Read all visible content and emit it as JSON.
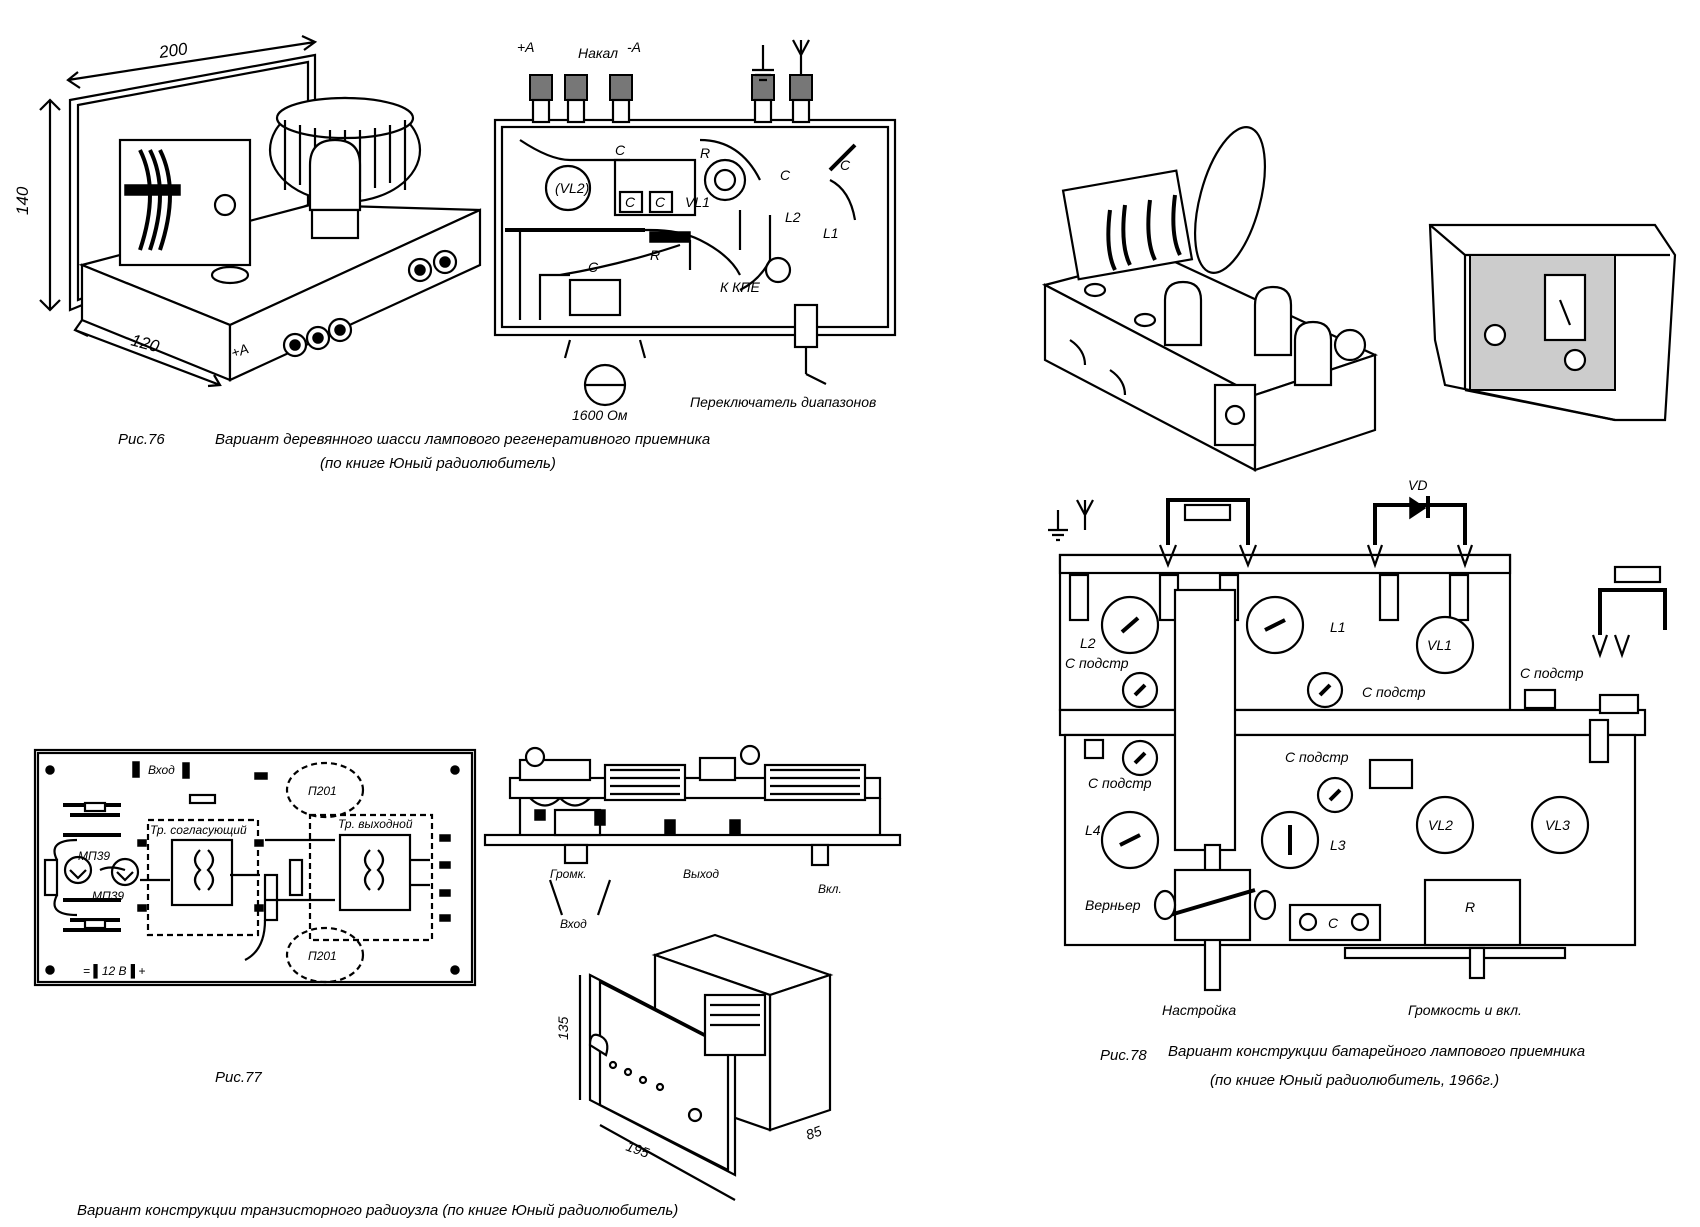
{
  "fig76": {
    "dim_width": "200",
    "dim_height": "140",
    "dim_depth": "120",
    "plus_a_side": "+A",
    "terminal_plus_a": "+A",
    "terminal_nakal": "Накал",
    "terminal_minus_a": "-A",
    "vl2": "(VL2)",
    "c_top": "C",
    "c1": "C",
    "c2": "C",
    "vl1": "VL1",
    "r_top": "R",
    "c_right": "C",
    "c_right2": "C",
    "l2": "L2",
    "l1": "L1",
    "r_mid": "R",
    "c_bottom": "C",
    "k_kpe": "К КПЕ",
    "ohm": "1600 Ом",
    "switch": "Переключатель диапазонов",
    "caption_num": "Рис.76",
    "caption_line1": "Вариант деревянного шасси лампового регенеративного приемника",
    "caption_line2": "(по книге Юный радиолюбитель)"
  },
  "fig77": {
    "vhod_top": "Вход",
    "p201_top": "П201",
    "p201_bottom": "П201",
    "mp39_a": "МП39",
    "mp39_b": "МП39",
    "tr_match": "Тр. согласующий",
    "tr_out": "Тр. выходной",
    "supply": "= ▌12 В▐ +",
    "gromk": "Громк.",
    "vyhod": "Выход",
    "vkl": "Вкл.",
    "vhod_bottom": "Вход",
    "dim_135": "135",
    "dim_195": "195",
    "dim_85": "85",
    "caption_num": "Рис.77",
    "caption_line": "Вариант конструкции транзисторного радиоузла (по книге Юный радиолюбитель)"
  },
  "fig78": {
    "vd": "VD",
    "l2": "L2",
    "l1": "L1",
    "vl1": "VL1",
    "c_podstr_1": "С подстр",
    "c_podstr_2": "С подстр",
    "c_podstr_3": "С подстр",
    "c_podstr_4": "С подстр",
    "c_podstr_5": "С подстр",
    "l4": "L4",
    "l3": "L3",
    "vl2": "VL2",
    "vl3": "VL3",
    "vernier": "Верньер",
    "c": "C",
    "r": "R",
    "nastroika": "Настройка",
    "gromkost": "Громкость и вкл.",
    "caption_num": "Рис.78",
    "caption_line1": "Вариант конструкции батарейного лампового приемника",
    "caption_line2": "(по книге Юный радиолюбитель, 1966г.)"
  }
}
